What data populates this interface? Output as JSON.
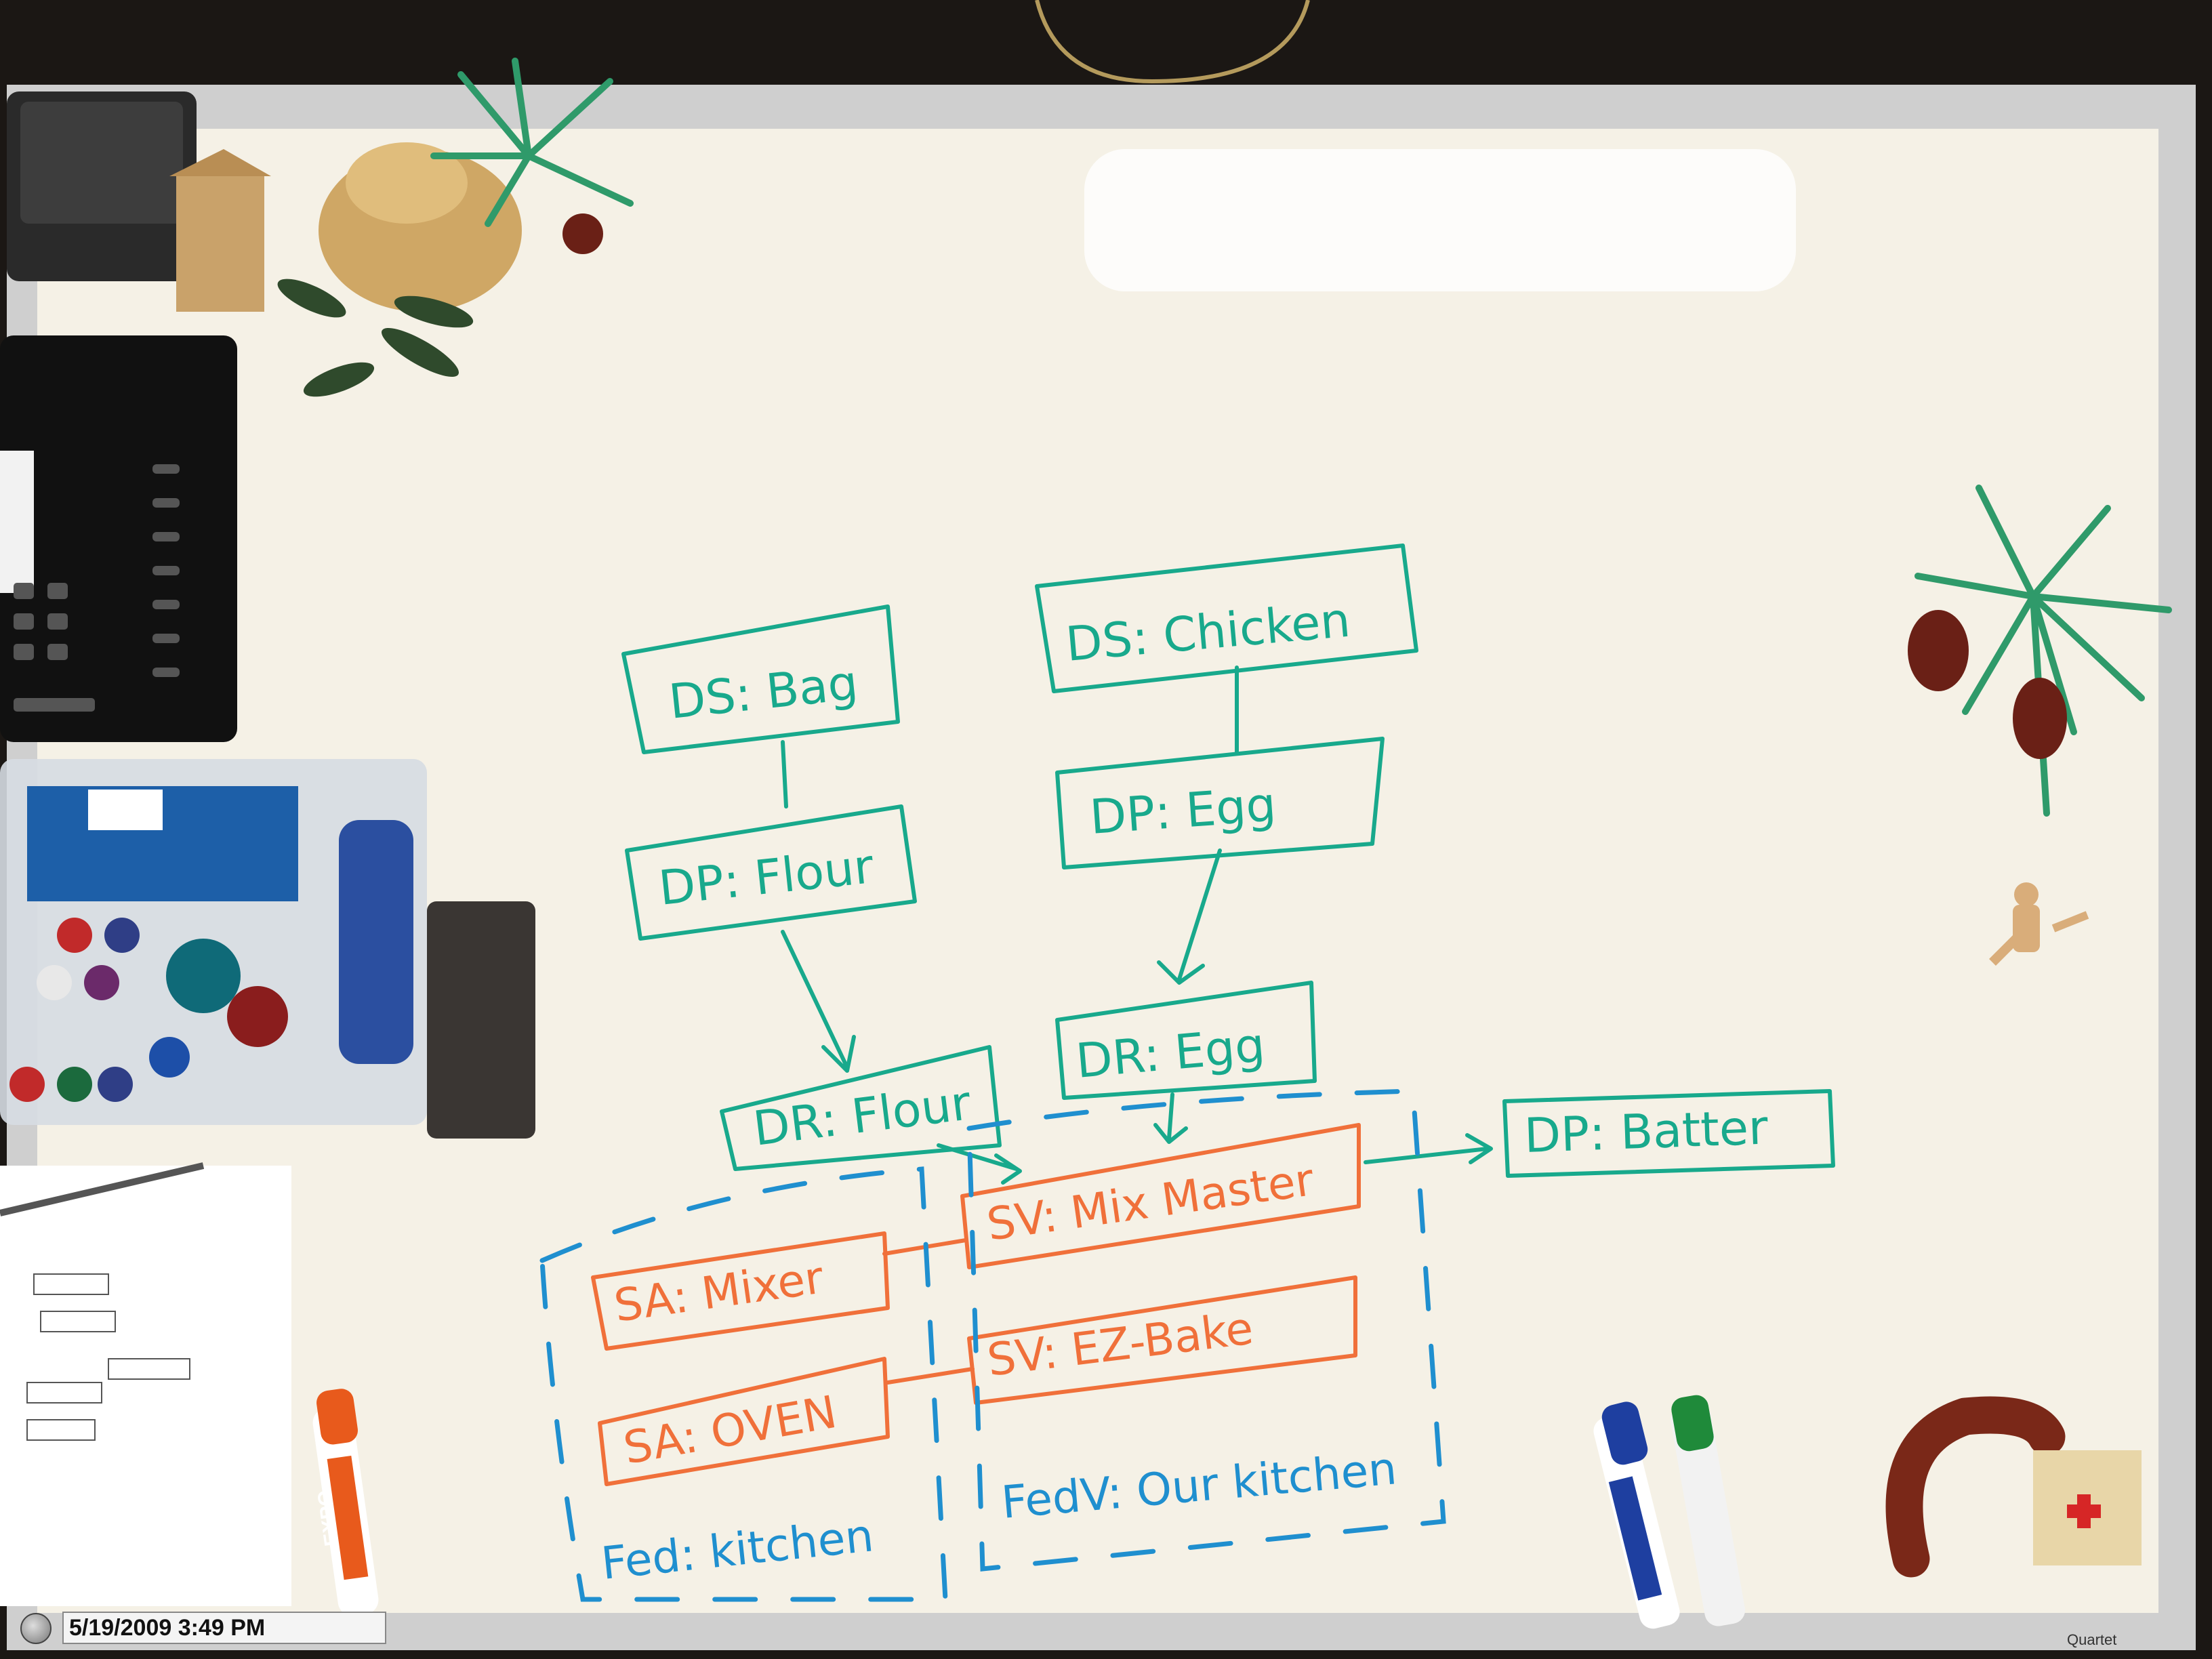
{
  "whiteboard": {
    "boxes": {
      "ds_bag": "DS: Bag",
      "dp_flour": "DP: Flour",
      "dr_flour": "DR: Flour",
      "ds_chicken": "DS: Chicken",
      "dp_egg": "DP: Egg",
      "dr_egg": "DR: Egg",
      "dp_batter": "DP: Batter",
      "sv_mixmaster": "SV: Mix Master",
      "sv_ezbake": "SV: EZ-Bake",
      "sa_mixer": "SA: Mixer",
      "sa_oven": "SA: OVEN"
    },
    "regions": {
      "fed_kitchen": "Fed: kitchen",
      "fedv_our_kitchen": "FedV: Our kitchen"
    }
  },
  "marker_brand": "EXPO",
  "timestamp": "5/19/2009 3:49 PM",
  "colors": {
    "whiteboard": "#f5f1e6",
    "frame": "#d9d9d9",
    "green_marker": "#18a98c",
    "orange_marker": "#f0703a",
    "blue_marker": "#1f8fcf"
  }
}
